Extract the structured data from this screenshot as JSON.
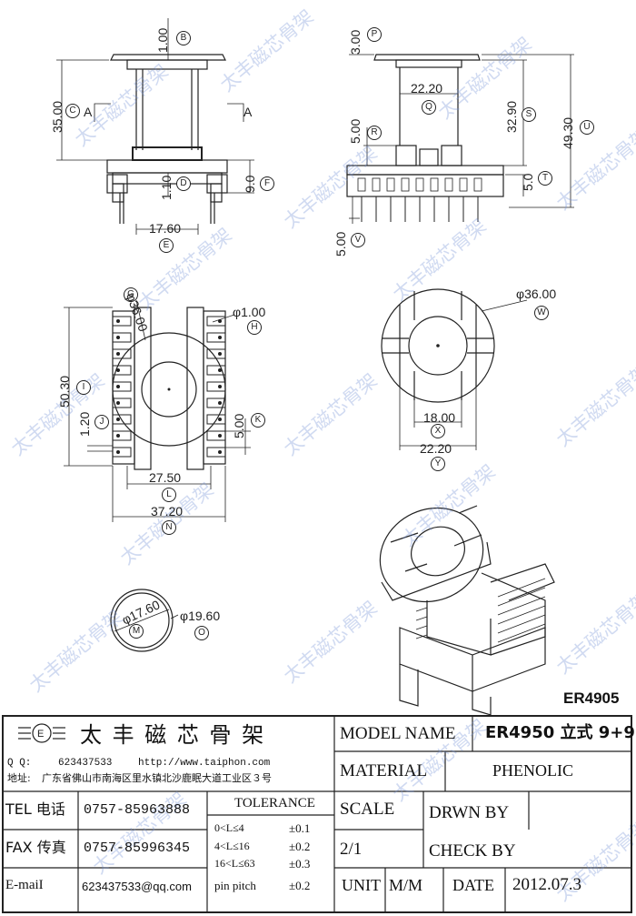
{
  "watermark_text": "太丰磁芯骨架",
  "drawing": {
    "model_code": "ER4905",
    "letters": [
      "A",
      "B",
      "C",
      "D",
      "E",
      "F",
      "G",
      "H",
      "I",
      "J",
      "K",
      "L",
      "M",
      "N",
      "O",
      "P",
      "Q",
      "R",
      "S",
      "T",
      "U",
      "V",
      "W",
      "X",
      "Y"
    ],
    "dims": {
      "b": "1.00",
      "c": "35.00",
      "d": "1.10",
      "e": "17.60",
      "f": "9.0",
      "p": "3.00",
      "q": "22.20",
      "r": "5.00",
      "s": "32.90",
      "t": "5.0",
      "u": "49.30",
      "v": "5.00",
      "g": "φ36.00",
      "h": "φ1.00",
      "i": "50.30",
      "j": "1.20",
      "k": "5.00",
      "l": "27.50",
      "n": "37.20",
      "w": "φ36.00",
      "x": "18.00",
      "y": "22.20",
      "m": "φ17.60",
      "o": "φ19.60"
    }
  },
  "titleblock": {
    "company": "太 丰 磁 芯 骨 架",
    "qq_label": "Q Q:",
    "qq": "623437533",
    "website": "http://www.taiphon.com",
    "address_label": "地址:",
    "address": "广东省佛山市南海区里水镇北沙鹿眠大道工业区３号",
    "tel_label": "TEL 电话",
    "tel": "0757-85963888",
    "fax_label": "FAX 传真",
    "fax": "0757-85996345",
    "email_label": "E-maiI",
    "email": "623437533@qq.com",
    "tolerance_title": "TOLERANCE",
    "tolerances": [
      {
        "range": "0<L≤4",
        "value": "±0.1"
      },
      {
        "range": "4<L≤16",
        "value": "±0.2"
      },
      {
        "range": "16<L≤63",
        "value": "±0.3"
      },
      {
        "range": "pin pitch",
        "value": "±0.2"
      }
    ],
    "model_name_label": "MODEL NAME",
    "model_name": "ER4950 立式 9+9",
    "material_label": "MATERIAL",
    "material": "PHENOLIC",
    "scale_label": "SCALE",
    "scale": "2/1",
    "drawn_by_label": "DRWN BY",
    "check_by_label": "CHECK BY",
    "unit_label": "UNIT",
    "unit": "M/M",
    "date_label": "DATE",
    "date": "2012.07.3"
  }
}
